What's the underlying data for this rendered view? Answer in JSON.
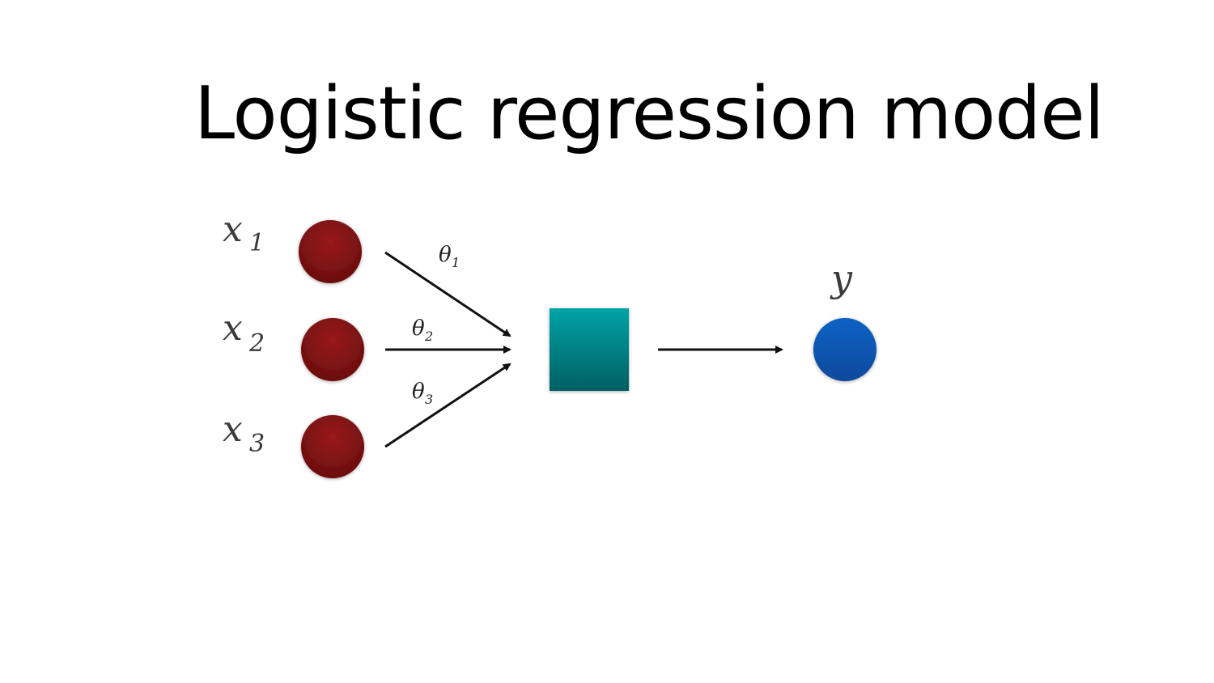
{
  "title": "Logistic regression model",
  "diagram": {
    "inputs": [
      {
        "label": "x",
        "index": "1",
        "weight": "θ",
        "weight_index": "1"
      },
      {
        "label": "x",
        "index": "2",
        "weight": "θ",
        "weight_index": "2"
      },
      {
        "label": "x",
        "index": "3",
        "weight": "θ",
        "weight_index": "3"
      }
    ],
    "output": {
      "label": "y"
    },
    "colors": {
      "input_node": "#8b1414",
      "unit_top": "#00a3a6",
      "unit_bottom": "#065f62",
      "output_node": "#0b5cb8",
      "edge": "#111111"
    }
  }
}
